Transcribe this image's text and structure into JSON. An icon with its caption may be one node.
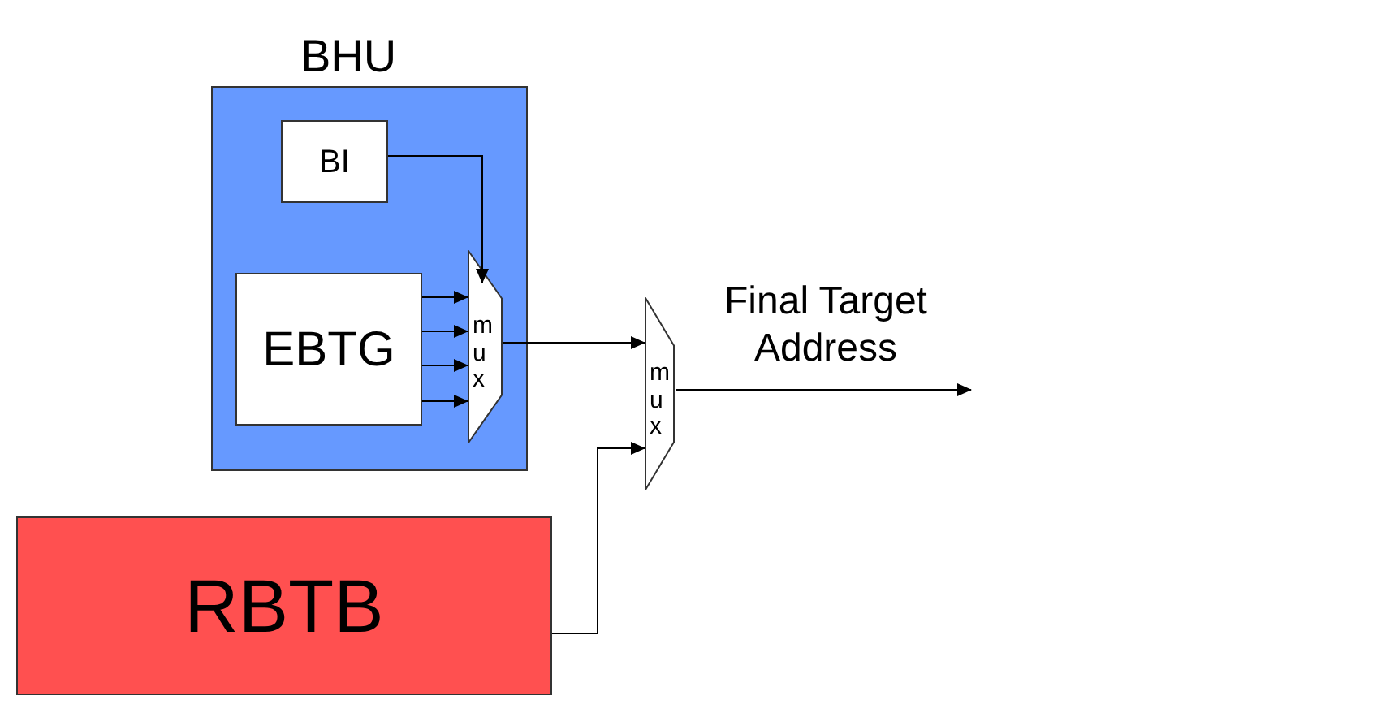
{
  "diagram": {
    "nodes": [
      {
        "text": [
          "BHU"
        ]
      },
      {
        "text": [
          "BI"
        ],
        "in": 0
      },
      {
        "text": [
          "EBTG"
        ],
        "in": 0
      },
      {
        "text": [
          "mux"
        ],
        "in": 0
      },
      {
        "text": [
          "RBTB"
        ]
      },
      {
        "text": [
          "mux"
        ]
      }
    ],
    "edges": [
      {
        "from": 1,
        "to": 3,
        "arrow": "to"
      },
      {
        "from": 2,
        "to": 3,
        "arrow": "to"
      },
      {
        "from": 2,
        "to": 3,
        "arrow": "to"
      },
      {
        "from": 2,
        "to": 3,
        "arrow": "to"
      },
      {
        "from": 2,
        "to": 3,
        "arrow": "to"
      },
      {
        "from": 3,
        "to": 5,
        "arrow": "to"
      },
      {
        "from": 4,
        "to": 5,
        "arrow": "to"
      },
      {
        "from": 5,
        "to": null,
        "arrow": "to",
        "label": "Final Target Address"
      }
    ]
  }
}
